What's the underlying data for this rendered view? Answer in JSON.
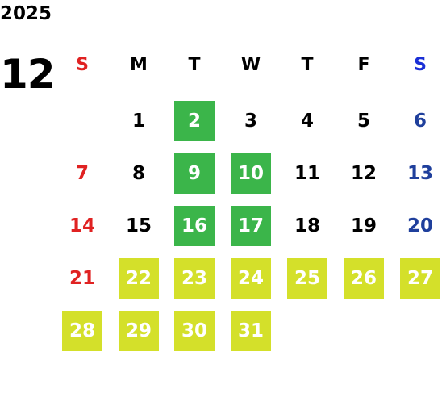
{
  "calendar": {
    "year": "2025",
    "month": "12",
    "weekdays": [
      "S",
      "M",
      "T",
      "W",
      "T",
      "F",
      "S"
    ],
    "colors": {
      "sunday": "#e02222",
      "saturday_header": "#1a2fd6",
      "saturday": "#1f3f9c",
      "highlight_green": "#3bb54a",
      "highlight_yellow": "#d4e02a"
    },
    "days": [
      "1",
      "2",
      "3",
      "4",
      "5",
      "6",
      "7",
      "8",
      "9",
      "10",
      "11",
      "12",
      "13",
      "14",
      "15",
      "16",
      "17",
      "18",
      "19",
      "20",
      "21",
      "22",
      "23",
      "24",
      "25",
      "26",
      "27",
      "28",
      "29",
      "30",
      "31"
    ],
    "highlight_green_days": [
      "2",
      "9",
      "10",
      "16",
      "17"
    ],
    "highlight_yellow_days": [
      "22",
      "23",
      "24",
      "25",
      "26",
      "27",
      "28",
      "29",
      "30",
      "31"
    ]
  }
}
